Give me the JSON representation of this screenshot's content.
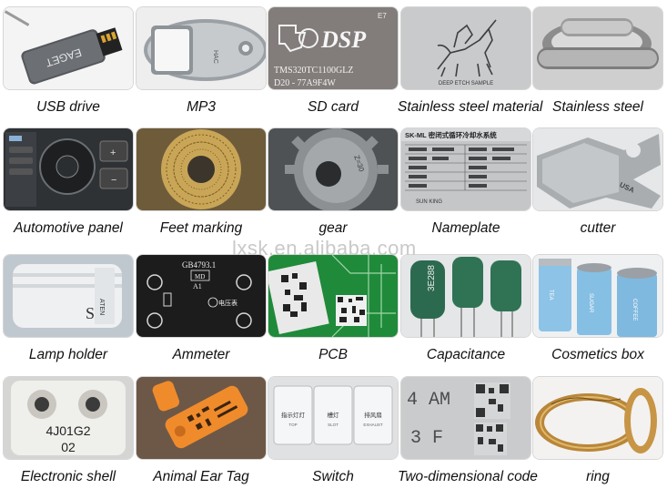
{
  "watermark": "lxsk.en.alibaba.com",
  "items": [
    {
      "caption": "USB drive"
    },
    {
      "caption": "MP3"
    },
    {
      "caption": "SD card"
    },
    {
      "caption": "Stainless steel material"
    },
    {
      "caption": "Stainless steel"
    },
    {
      "caption": "Automotive panel"
    },
    {
      "caption": "Feet marking"
    },
    {
      "caption": "gear"
    },
    {
      "caption": "Nameplate"
    },
    {
      "caption": "cutter"
    },
    {
      "caption": "Lamp holder"
    },
    {
      "caption": "Ammeter"
    },
    {
      "caption": "PCB"
    },
    {
      "caption": "Capacitance"
    },
    {
      "caption": "Cosmetics box"
    },
    {
      "caption": "Electronic shell"
    },
    {
      "caption": "Animal Ear Tag"
    },
    {
      "caption": "Switch"
    },
    {
      "caption": "Two-dimensional code"
    },
    {
      "caption": "ring"
    }
  ],
  "image_text": {
    "usb": "EAGET",
    "mp3": "HAC",
    "sd_logo": "DSP",
    "sd_code1": "TMS320TC1100GLZ",
    "sd_code2": "D20 - 77A9F4W",
    "sd_e7": "E7",
    "steel_label": "DEEP ETCH SAMPLE",
    "nameplate_title": "SK-ML 密闭式循环冷却水系统",
    "nameplate_company": "SUN KING",
    "ammeter_code": "GB4793.1",
    "ammeter_md": "MD",
    "ammeter_a1": "A1",
    "ammeter_v": "电压表",
    "lamp_text": "ATEN",
    "capacitor_text": "3E288",
    "shell_code": "4J01G2",
    "shell_num": "02",
    "switch_labels": [
      "指示灯灯",
      "槽灯",
      "排风扇"
    ],
    "switch_sub": [
      "TOP",
      "SLOT",
      "EXHAUST"
    ],
    "qr_text1": "4 AM",
    "qr_text2": "3 F",
    "cosmetic_labels": [
      "TEA",
      "SUGAR",
      "COFFEE"
    ],
    "cutter_text": "USA",
    "gear_text": "Z=30"
  }
}
